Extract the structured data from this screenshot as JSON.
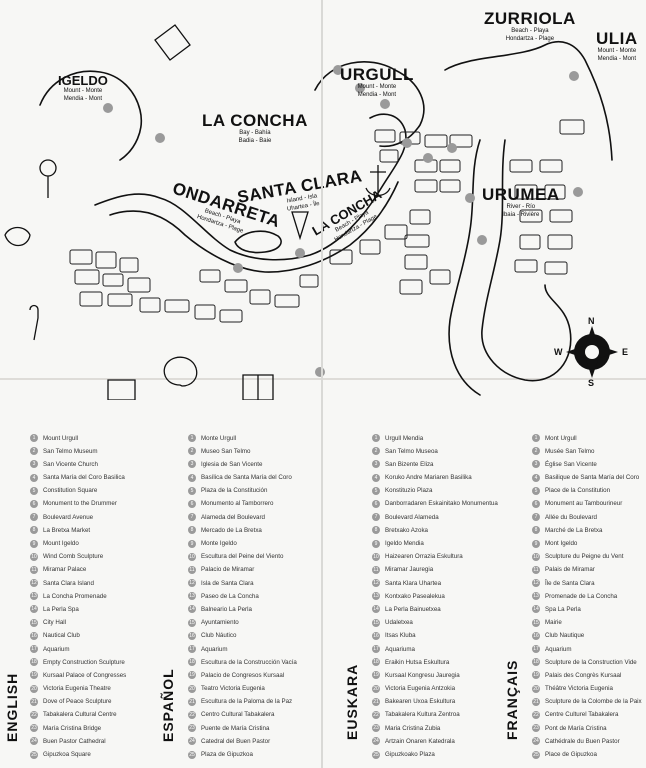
{
  "map": {
    "places": [
      {
        "id": "igeldo",
        "name": "IGELDO",
        "sub": [
          "Mount - Monte",
          "Mendia - Mont"
        ]
      },
      {
        "id": "urgull",
        "name": "URGULL",
        "sub": [
          "Mount - Monte",
          "Mendia - Mont"
        ]
      },
      {
        "id": "zurriola",
        "name": "ZURRIOLA",
        "sub": [
          "Beach - Playa",
          "Hondartza - Plage"
        ]
      },
      {
        "id": "ulia",
        "name": "ULIA",
        "sub": [
          "Mount - Monte",
          "Mendia - Mont"
        ]
      },
      {
        "id": "concha_bay",
        "name": "LA CONCHA",
        "sub": [
          "Bay - Bahía",
          "Badia - Baie"
        ]
      },
      {
        "id": "santa_clara",
        "name": "SANTA CLARA",
        "sub": [
          "Island - Isla",
          "Uhartea - Île"
        ]
      },
      {
        "id": "ondarreta",
        "name": "ONDARRETA",
        "sub": [
          "Beach - Playa",
          "Hondartza - Plage"
        ]
      },
      {
        "id": "concha_beach",
        "name": "LA CONCHA",
        "sub": [
          "Beach - Playa",
          "Hondartza - Plage"
        ]
      },
      {
        "id": "urumea",
        "name": "URUMEA",
        "sub": [
          "River - Río",
          "Ibaia - Rivière"
        ]
      }
    ],
    "compass": {
      "n": "N",
      "s": "S",
      "e": "E",
      "w": "W"
    },
    "colors": {
      "ink": "#111111",
      "paper": "#f7f7f5",
      "marker": "#9a9a9a"
    }
  },
  "legend": {
    "columns": [
      {
        "language": "ENGLISH",
        "items": [
          "Mount Urgull",
          "San Telmo Museum",
          "San Vicente Church",
          "Santa María del Coro Basilica",
          "Constitution Square",
          "Monument to the Drummer",
          "Boulevard Avenue",
          "La Bretxa Market",
          "Mount Igeldo",
          "Wind Comb Sculpture",
          "Miramar Palace",
          "Santa Clara Island",
          "La Concha Promenade",
          "La Perla Spa",
          "City Hall",
          "Nautical Club",
          "Aquarium",
          "Empty Construction Sculpture",
          "Kursaal Palace of Congresses",
          "Victoria Eugenia Theatre",
          "Dove of Peace Sculpture",
          "Tabakalera Cultural Centre",
          "María Cristina Bridge",
          "Buen Pastor Cathedral",
          "Gipuzkoa Square"
        ]
      },
      {
        "language": "ESPAÑOL",
        "items": [
          "Monte Urgull",
          "Museo San Telmo",
          "Iglesia de San Vicente",
          "Basílica de Santa María del Coro",
          "Plaza de la Constitución",
          "Monumento al Tamborrero",
          "Alameda del Boulevard",
          "Mercado de La Bretxa",
          "Monte Igeldo",
          "Escultura del Peine del Viento",
          "Palacio de Miramar",
          "Isla de Santa Clara",
          "Paseo de La Concha",
          "Balneario La Perla",
          "Ayuntamiento",
          "Club Náutico",
          "Aquarium",
          "Escultura de la Construcción Vacía",
          "Palacio de Congresos Kursaal",
          "Teatro Victoria Eugenia",
          "Escultura de la Paloma de la Paz",
          "Centro Cultural Tabakalera",
          "Puente de María Cristina",
          "Catedral del Buen Pastor",
          "Plaza de Gipuzkoa"
        ]
      },
      {
        "language": "EUSKARA",
        "items": [
          "Urgull Mendia",
          "San Telmo Museoa",
          "San Bizente Eliza",
          "Koruko Andre Mariaren Basilika",
          "Konstituzio Plaza",
          "Danborradaren Eskainitako Monumentua",
          "Boulevard Alameda",
          "Bretxako Azoka",
          "Igeldo Mendia",
          "Haizearen Orrazia Eskultura",
          "Miramar Jauregia",
          "Santa Klara Uhartea",
          "Kontxako Pasealekua",
          "La Perla Bainuetxea",
          "Udaletxea",
          "Itsas Kluba",
          "Aquariuma",
          "Eraikin Hutsa Eskultura",
          "Kursaal Kongresu Jauregia",
          "Victoria Eugenia Antzokia",
          "Bakearen Uxoa Eskultura",
          "Tabakalera Kultura Zentroa",
          "Maria Cristina Zubia",
          "Artzain Onaren Katedrala",
          "Gipuzkoako Plaza"
        ]
      },
      {
        "language": "FRANÇAIS",
        "items": [
          "Mont Urgull",
          "Musée San Telmo",
          "Église San Vicente",
          "Basilique de Santa María del Coro",
          "Place de la Constitution",
          "Monument au Tambourineur",
          "Allée du Boulevard",
          "Marché de La Bretxa",
          "Mont Igeldo",
          "Sculpture du Peigne du Vent",
          "Palais de Miramar",
          "Île de Santa Clara",
          "Promenade de La Concha",
          "Spa La Perla",
          "Mairie",
          "Club Nautique",
          "Aquarium",
          "Sculpture de la Construction Vide",
          "Palais des Congrès Kursaal",
          "Théâtre Victoria Eugenia",
          "Sculpture de la Colombe de la Paix",
          "Centre Culturel Tabakalera",
          "Pont de María Cristina",
          "Cathédrale du Buen Pastor",
          "Place de Gipuzkoa"
        ]
      }
    ]
  }
}
